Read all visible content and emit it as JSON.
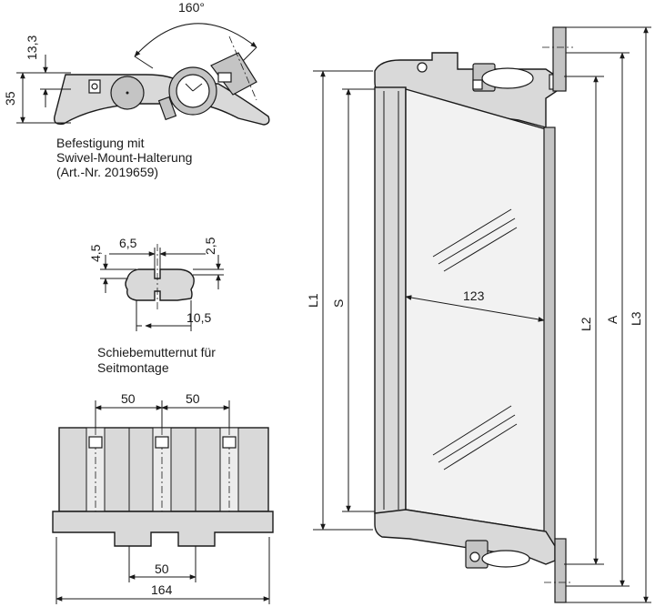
{
  "swivel": {
    "angle_label": "160°",
    "dim_13_3": "13,3",
    "dim_35": "35",
    "caption_line1": "Befestigung mit",
    "caption_line2": "Swivel-Mount-Halterung",
    "caption_line3": "(Art.-Nr. 2019659)"
  },
  "slot": {
    "dim_4_5": "4,5",
    "dim_6_5": "6,5",
    "dim_2_5": "2,5",
    "dim_10_5": "10,5",
    "caption_line1": "Schiebemutternut für",
    "caption_line2": "Seitmontage"
  },
  "bottom_view": {
    "dim_top_left": "50",
    "dim_top_right": "50",
    "dim_mid": "50",
    "dim_total": "164"
  },
  "main_view": {
    "label_L1": "L1",
    "label_S": "S",
    "label_123": "123",
    "label_L2": "L2",
    "label_A": "A",
    "label_L3": "L3"
  }
}
